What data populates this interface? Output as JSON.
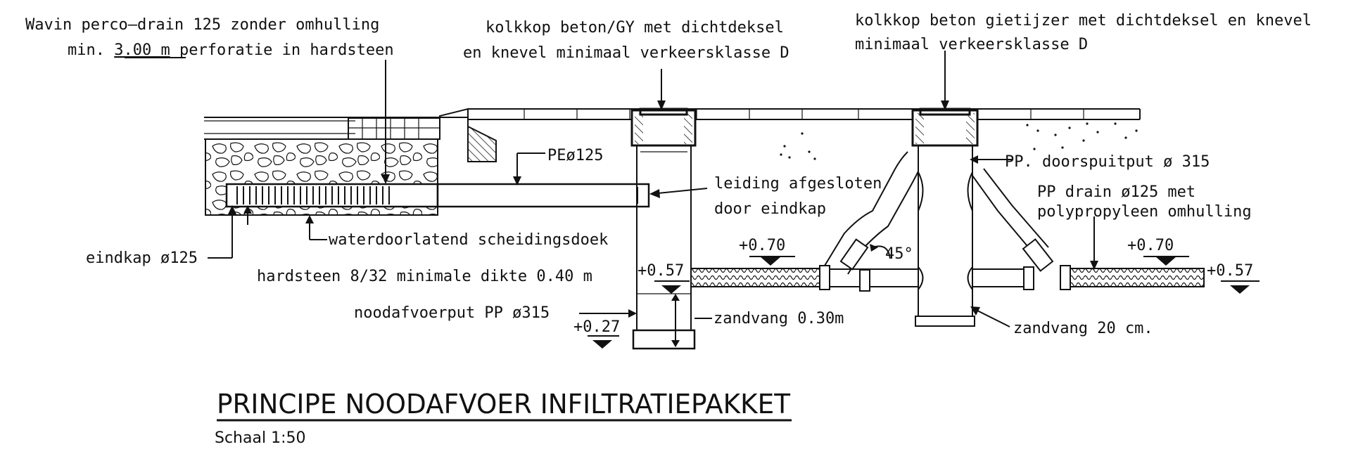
{
  "labels": {
    "drain_title_1": "Wavin perco–drain 125 zonder omhulling",
    "drain_title_2_prefix": "min. ",
    "drain_title_2_length": "3.00 m",
    "drain_title_2_suffix": " perforatie in hardsteen",
    "kolkkop1_line1": "kolkkop beton/GY met dichtdeksel",
    "kolkkop1_line2": "en knevel minimaal verkeersklasse D",
    "kolkkop2_line1": "kolkkop beton gietijzer met dichtdeksel en knevel",
    "kolkkop2_line2": "minimaal verkeersklasse D",
    "pe_pipe": "PEø125",
    "leiding_1": "leiding afgesloten",
    "leiding_2": "door eindkap",
    "doorspuitput": "PP. doorspuitput ø 315",
    "pp_drain_1": "PP drain ø125 met",
    "pp_drain_2": "polypropyleen omhulling",
    "eindkap": "eindkap ø125",
    "scheidingsdoek": "waterdoorlatend scheidingsdoek",
    "hardsteen": "hardsteen 8/32 minimale dikte 0.40 m",
    "noodafvoerput": "noodafvoerput PP ø315",
    "zandvang_1": "zandvang 0.30m",
    "zandvang_2": "zandvang 20 cm.",
    "angle": "45°"
  },
  "levels": {
    "top_left": "+0.70",
    "left_057": "+0.57",
    "left_027": "+0.27",
    "top_right": "+0.70",
    "right_057": "+0.57"
  },
  "title": {
    "main": "PRINCIPE NOODAFVOER INFILTRATIEPAKKET",
    "scale": "Schaal 1:50"
  }
}
